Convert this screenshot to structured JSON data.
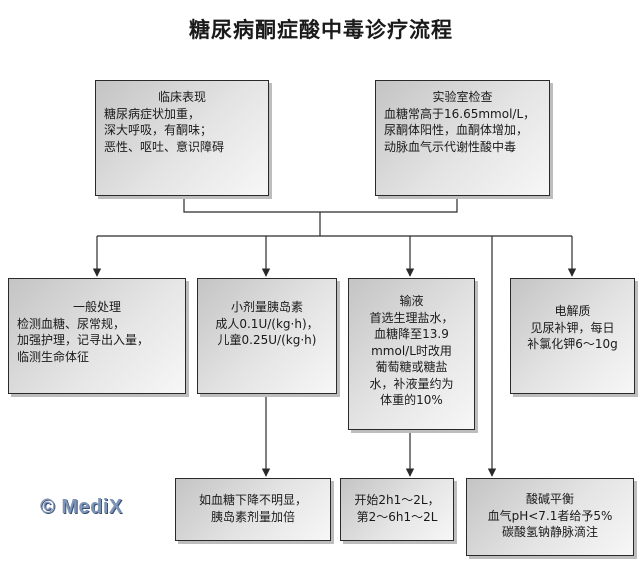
{
  "title": "糖尿病酮症酸中毒诊疗流程",
  "nodes": {
    "clinical": {
      "lines": [
        "临床表现",
        "糖尿病症状加重，",
        "深大呼吸，有酮味；",
        "恶性、呕吐、意识障碍"
      ]
    },
    "lab": {
      "lines": [
        "实验室检查",
        "血糖常高于16.65mmol/L，",
        "尿酮体阳性，血酮体增加，",
        "动脉血气示代谢性酸中毒"
      ]
    },
    "general": {
      "lines": [
        "一般处理",
        "检测血糖、尿常规，",
        "加强护理，记寻出入量，",
        "临测生命体征"
      ]
    },
    "insulin": {
      "lines": [
        "小剂量胰岛素",
        "成人0.1U/(kg·h)，",
        "儿童0.25U/(kg·h)"
      ]
    },
    "fluids": {
      "lines": [
        "输液",
        "首选生理盐水，",
        "血糖降至13.9",
        "mmol/L时改用",
        "葡萄糖或糖盐",
        "水，补液量约为",
        "体重的10%"
      ]
    },
    "electrolyte": {
      "lines": [
        "电解质",
        "见尿补钾，每日",
        "补氯化钾6～10g"
      ]
    },
    "insulin_next": {
      "lines": [
        "如血糖下降不明显，",
        "胰岛素剂量加倍"
      ]
    },
    "fluids_next": {
      "lines": [
        "开始2h1～2L，",
        "第2～6h1～2L"
      ]
    },
    "acidbase": {
      "lines": [
        "酸碱平衡",
        "血气pH<7.1者给予5%",
        "碳酸氢钠静脉滴注"
      ]
    }
  },
  "watermark": {
    "symbol": "©",
    "text": "MediX"
  },
  "colors": {
    "line": "#2a2a2a",
    "box_dark": "#c4c4c4",
    "box_light": "#f7f7f7",
    "watermark": "#7e95b8"
  }
}
